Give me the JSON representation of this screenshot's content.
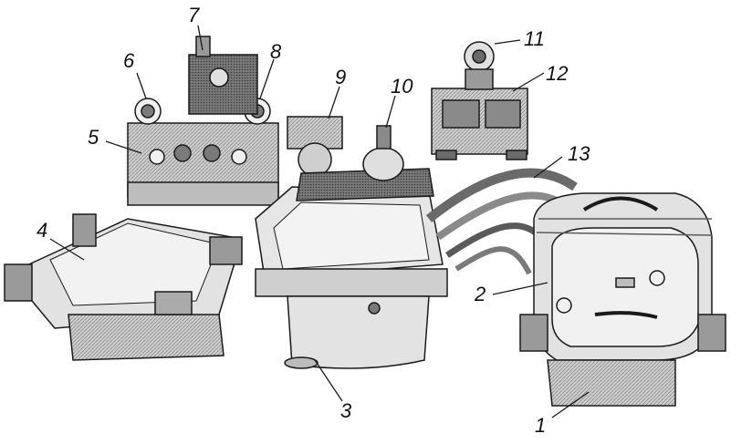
{
  "figure": {
    "callouts": [
      {
        "id": "c1",
        "label": "1"
      },
      {
        "id": "c2",
        "label": "2"
      },
      {
        "id": "c3",
        "label": "3"
      },
      {
        "id": "c4",
        "label": "4"
      },
      {
        "id": "c5",
        "label": "5"
      },
      {
        "id": "c6",
        "label": "6"
      },
      {
        "id": "c7",
        "label": "7"
      },
      {
        "id": "c8",
        "label": "8"
      },
      {
        "id": "c9",
        "label": "9"
      },
      {
        "id": "c10",
        "label": "10"
      },
      {
        "id": "c11",
        "label": "11"
      },
      {
        "id": "c12",
        "label": "12"
      },
      {
        "id": "c13",
        "label": "13"
      }
    ]
  },
  "colors": {
    "ink": "#1a1a1a",
    "shade": "#9a9a9a",
    "light": "#d8d8d8",
    "mid": "#bdbdbd"
  }
}
